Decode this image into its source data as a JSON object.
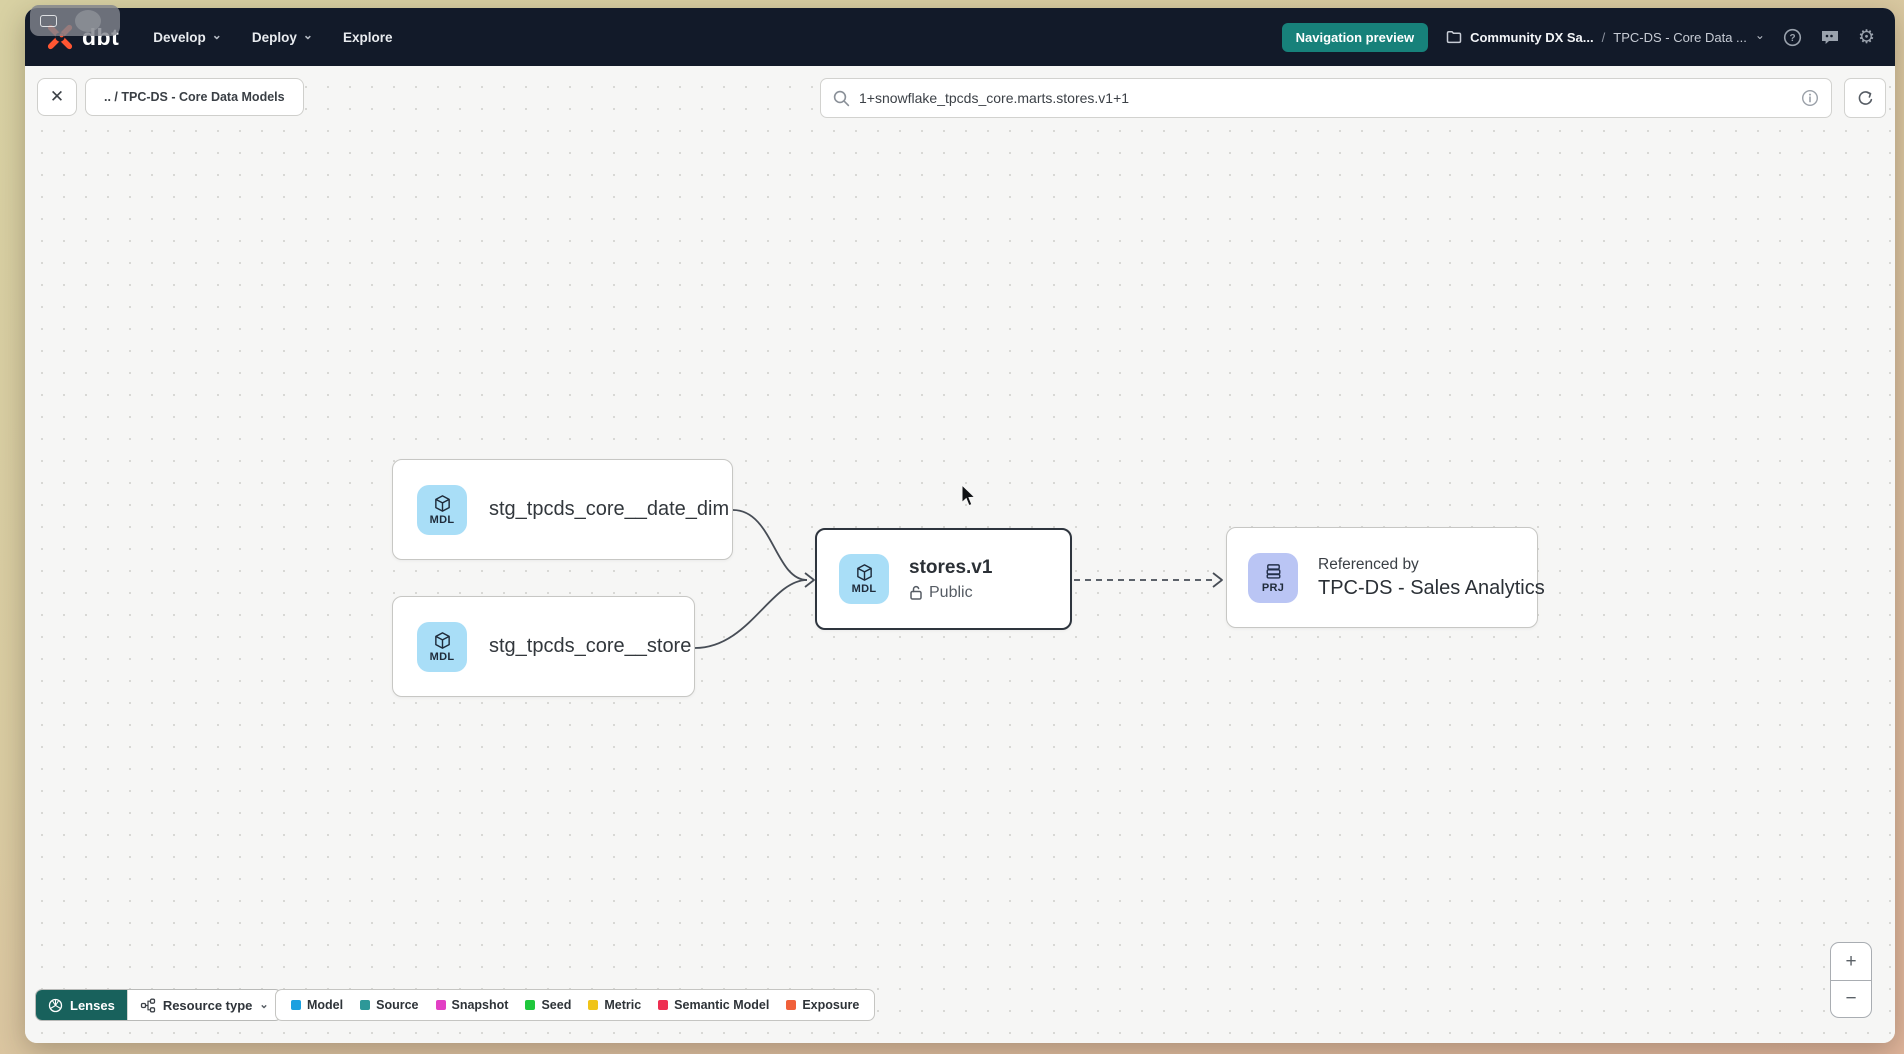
{
  "nav": {
    "brand": "dbt",
    "items": [
      {
        "label": "Develop",
        "chevron": "⌄"
      },
      {
        "label": "Deploy",
        "chevron": "⌄"
      },
      {
        "label": "Explore",
        "chevron": ""
      }
    ],
    "preview_button": "Navigation preview",
    "account": "Community DX Sa...",
    "separator": "/",
    "project": "TPC-DS - Core Data ...",
    "chevron": "⌄",
    "gear": "⚙"
  },
  "toolbar": {
    "close": "✕",
    "breadcrumb_chip": ".. / TPC-DS - Core Data Models",
    "search_value": "1+snowflake_tpcds_core.marts.stores.v1+1"
  },
  "graph": {
    "nodes": [
      {
        "badge": "MDL",
        "label": "stg_tpcds_core__date_dim"
      },
      {
        "badge": "MDL",
        "label": "stg_tpcds_core__store"
      },
      {
        "badge": "MDL",
        "label": "stores.v1",
        "access": "Public",
        "selected": true
      },
      {
        "badge": "PRJ",
        "kicker": "Referenced by",
        "label": "TPC-DS - Sales Analytics"
      }
    ]
  },
  "footer": {
    "lenses": "Lenses",
    "resource_type": "Resource type",
    "chevron": "⌄",
    "legend": [
      {
        "label": "Model",
        "color": "#1aa0e0"
      },
      {
        "label": "Source",
        "color": "#2d9898"
      },
      {
        "label": "Snapshot",
        "color": "#e23fc4"
      },
      {
        "label": "Seed",
        "color": "#1fc73c"
      },
      {
        "label": "Metric",
        "color": "#f0c418"
      },
      {
        "label": "Semantic Model",
        "color": "#ee2f52"
      },
      {
        "label": "Exposure",
        "color": "#f0603a"
      }
    ]
  },
  "zoom_controls": {
    "zoom_in": "+",
    "zoom_out": "−"
  },
  "colors": {
    "nav_background": "#121a29",
    "accent_teal": "#17817a",
    "brand_orange": "#ff5632",
    "model_badge": "#a9def7",
    "project_badge": "#bac5f4",
    "canvas_background": "#f6f6f5"
  }
}
